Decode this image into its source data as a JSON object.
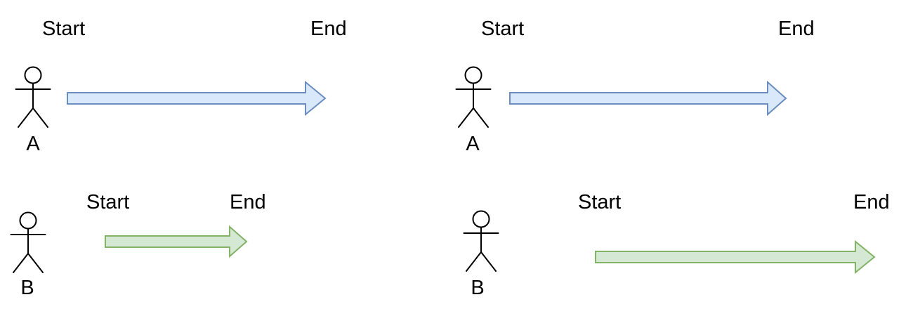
{
  "diagram": {
    "background": "#ffffff",
    "text_color": "#000000",
    "actor_stroke": "#000000",
    "panels": [
      {
        "name": "left",
        "rows": [
          {
            "actor": "A",
            "start": "Start",
            "end": "End",
            "arrow": {
              "hue": "blue",
              "fill": "#dae8fc",
              "stroke": "#6c8ebf"
            }
          },
          {
            "actor": "B",
            "start": "Start",
            "end": "End",
            "arrow": {
              "hue": "green",
              "fill": "#d5e8d4",
              "stroke": "#82b366"
            }
          }
        ]
      },
      {
        "name": "right",
        "rows": [
          {
            "actor": "A",
            "start": "Start",
            "end": "End",
            "arrow": {
              "hue": "blue",
              "fill": "#dae8fc",
              "stroke": "#6c8ebf"
            }
          },
          {
            "actor": "B",
            "start": "Start",
            "end": "End",
            "arrow": {
              "hue": "green",
              "fill": "#d5e8d4",
              "stroke": "#82b366"
            }
          }
        ]
      }
    ]
  }
}
